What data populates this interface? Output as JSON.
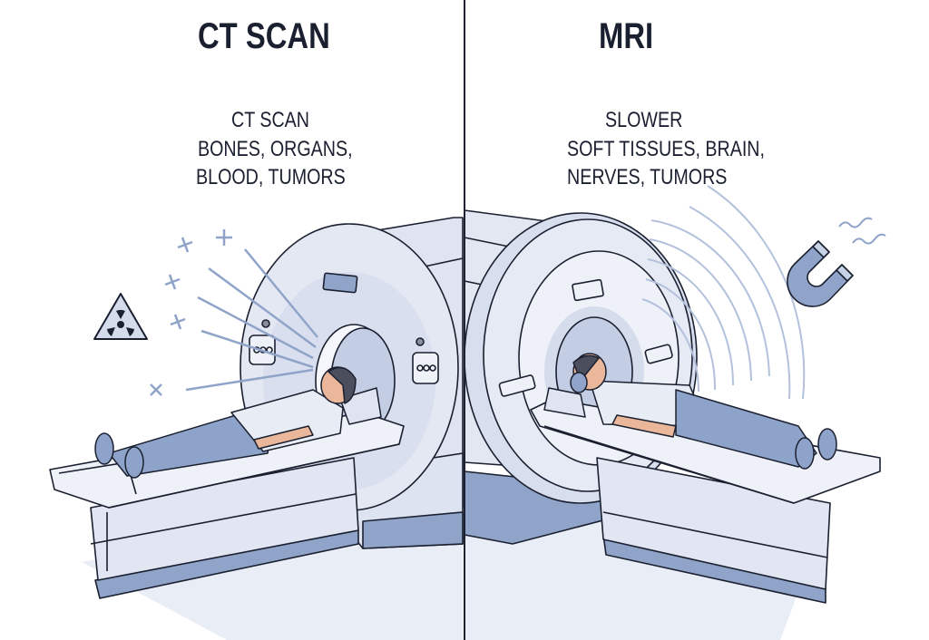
{
  "ct": {
    "title": "CT SCAN",
    "lines": [
      "CT SCAN",
      "BONES, ORGANS,",
      "BLOOD, TUMORS"
    ],
    "icons": [
      "radiation-warning-icon",
      "x-ray-cross-icon"
    ]
  },
  "mri": {
    "title": "MRI",
    "lines": [
      "SLOWER",
      "SOFT TISSUES, BRAIN,",
      "NERVES, TUMORS"
    ],
    "icons": [
      "magnet-icon",
      "magnetic-wave-icon",
      "headphones-icon"
    ]
  },
  "colors": {
    "ink": "#1b2030",
    "machine": "#e3e7f2",
    "machine_shadow": "#c5cde3",
    "accent_blue": "#8fa4c8",
    "pants": "#8ea3c9",
    "skin": "#eab79b",
    "hair": "#4b4e5c"
  }
}
